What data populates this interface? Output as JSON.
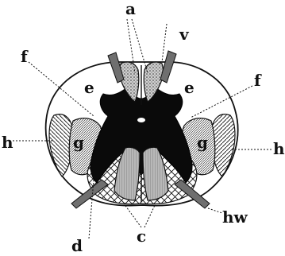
{
  "labels": {
    "a": "a",
    "v": "v",
    "f_left": "f",
    "f_right": "f",
    "e_left": "e",
    "e_right": "e",
    "g_left": "g",
    "g_right": "g",
    "h_left": "h",
    "h_right": "h",
    "hw": "hw",
    "d": "d",
    "c": "c"
  },
  "colors": {
    "ink": "#111111",
    "paper": "#ffffff",
    "stipple": "#bdbdbd",
    "root": "#6f6f6f"
  }
}
